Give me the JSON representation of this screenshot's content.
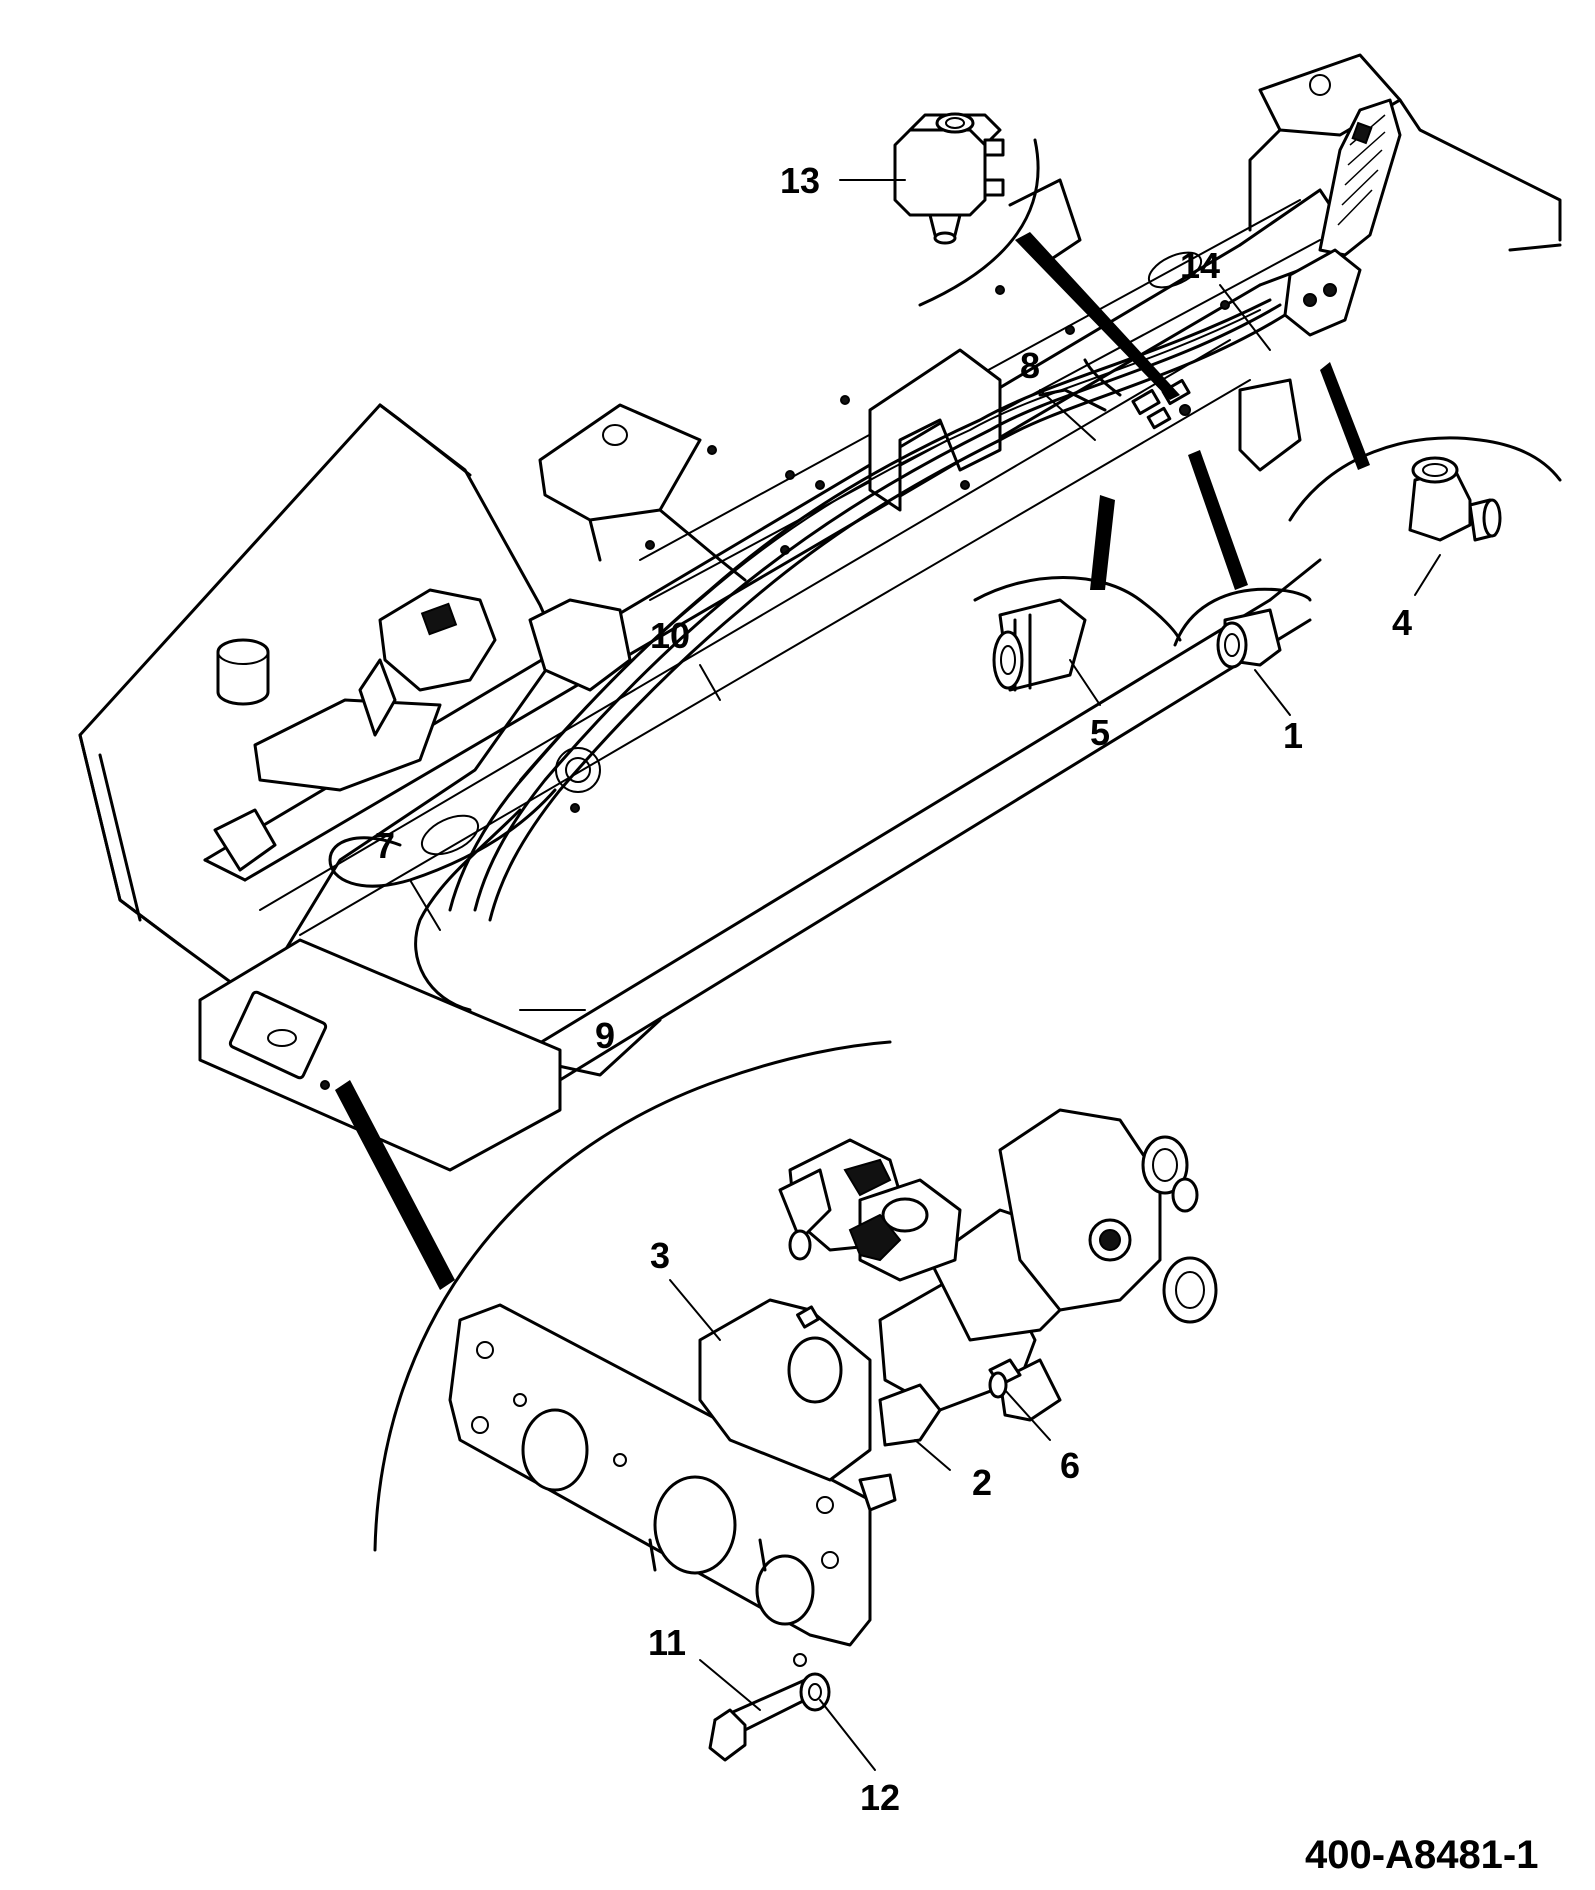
{
  "drawing_id": "400-A8481-1",
  "callouts": [
    {
      "id": "c1",
      "label": "1"
    },
    {
      "id": "c2",
      "label": "2"
    },
    {
      "id": "c3",
      "label": "3"
    },
    {
      "id": "c4",
      "label": "4"
    },
    {
      "id": "c5",
      "label": "5"
    },
    {
      "id": "c6",
      "label": "6"
    },
    {
      "id": "c7",
      "label": "7"
    },
    {
      "id": "c8",
      "label": "8"
    },
    {
      "id": "c9",
      "label": "9"
    },
    {
      "id": "c10",
      "label": "10"
    },
    {
      "id": "c11",
      "label": "11"
    },
    {
      "id": "c12",
      "label": "12"
    },
    {
      "id": "c13",
      "label": "13"
    },
    {
      "id": "c14",
      "label": "14"
    }
  ]
}
